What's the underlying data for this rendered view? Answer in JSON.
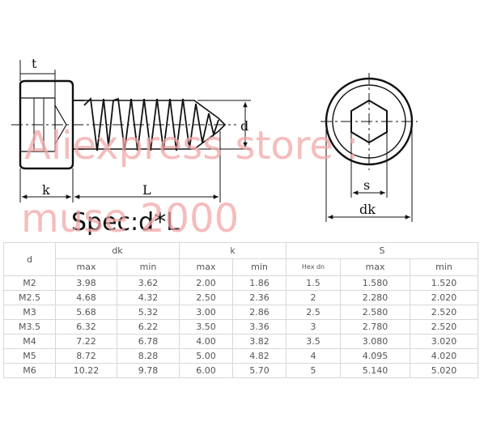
{
  "diagram": {
    "labels": {
      "t": "t",
      "k": "k",
      "L": "L",
      "d": "d",
      "s": "s",
      "dk": "dk"
    },
    "spec_text": "Spec:d*L",
    "watermark_line1": "Aliexpress store :",
    "watermark_line2": "muse 2000"
  },
  "table": {
    "head_d": "d",
    "groups": [
      "dk",
      "k",
      "S"
    ],
    "sub": [
      "max",
      "min",
      "max",
      "min",
      "Hex dn",
      "max",
      "min"
    ],
    "rows": [
      [
        "M2",
        "3.98",
        "3.62",
        "2.00",
        "1.86",
        "1.5",
        "1.580",
        "1.520"
      ],
      [
        "M2.5",
        "4.68",
        "4.32",
        "2.50",
        "2.36",
        "2",
        "2.280",
        "2.020"
      ],
      [
        "M3",
        "5.68",
        "5.32",
        "3.00",
        "2.86",
        "2.5",
        "2.580",
        "2.520"
      ],
      [
        "M3.5",
        "6.32",
        "6.22",
        "3.50",
        "3.36",
        "3",
        "2.780",
        "2.520"
      ],
      [
        "M4",
        "7.22",
        "6.78",
        "4.00",
        "3.82",
        "3.5",
        "3.080",
        "3.020"
      ],
      [
        "M5",
        "8.72",
        "8.28",
        "5.00",
        "4.82",
        "4",
        "4.095",
        "4.020"
      ],
      [
        "M6",
        "10.22",
        "9.78",
        "6.00",
        "5.70",
        "5",
        "5.140",
        "5.020"
      ]
    ]
  }
}
